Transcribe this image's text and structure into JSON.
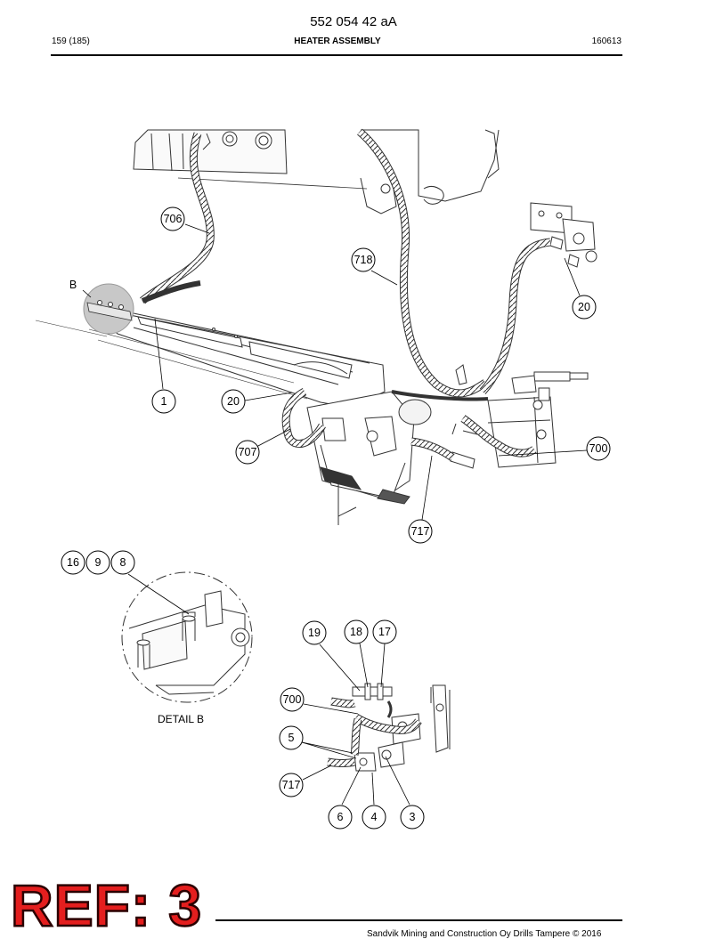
{
  "header": {
    "doc_number": "552 054 42 aA",
    "page": "159 (185)",
    "title": "HEATER ASSEMBLY",
    "date": "160613"
  },
  "drawing": {
    "detail_marker": "B",
    "detail_label": "DETAIL B",
    "callouts": [
      "706",
      "718",
      "20",
      "1",
      "20",
      "707",
      "700",
      "717",
      "16",
      "9",
      "8",
      "19",
      "18",
      "17",
      "700",
      "5",
      "717",
      "6",
      "4",
      "3"
    ]
  },
  "stamp": {
    "text": "REF: 3",
    "color": "#e41e1e"
  },
  "footer": {
    "text": "Sandvik Mining and Construction Oy Drills Tampere © 2016"
  }
}
